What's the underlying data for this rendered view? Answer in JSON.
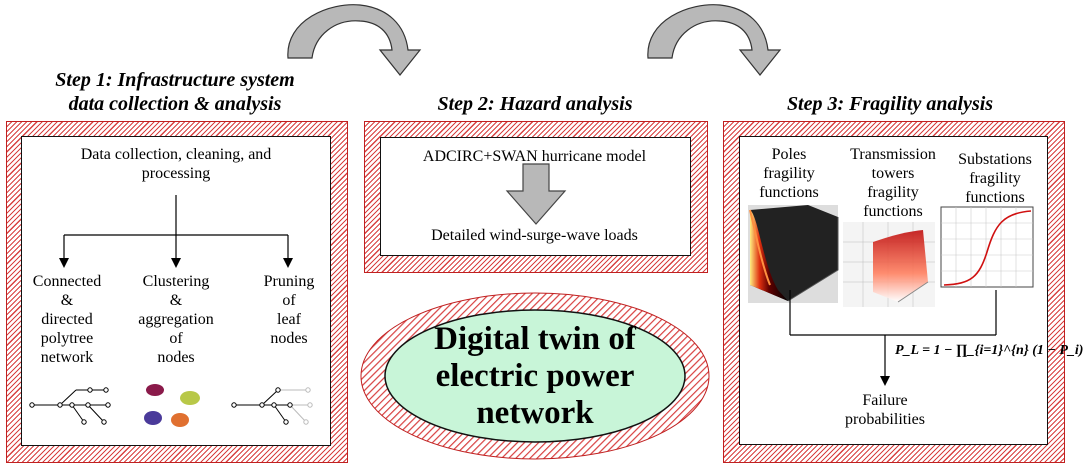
{
  "step1": {
    "title_line1": "Step 1: Infrastructure system",
    "title_line2": "data collection & analysis",
    "top_line1": "Data collection, cleaning, and",
    "top_line2": "processing",
    "branch1": [
      "Connected",
      "&",
      "directed",
      "polytree",
      "network"
    ],
    "branch2": [
      "Clustering",
      "&",
      "aggregation",
      "of",
      "nodes"
    ],
    "branch3": [
      "Pruning",
      "of",
      "leaf",
      "nodes"
    ]
  },
  "step2": {
    "title": "Step 2: Hazard analysis",
    "model": "ADCIRC+SWAN hurricane model",
    "loads": "Detailed wind-surge-wave loads"
  },
  "step3": {
    "title": "Step 3: Fragility analysis",
    "poles": [
      "Poles",
      "fragility",
      "functions"
    ],
    "towers": [
      "Transmission",
      "towers",
      "fragility",
      "functions"
    ],
    "substations": [
      "Substations",
      "fragility",
      "functions"
    ],
    "formula": "P_L = 1 − ∏_{i=1}^{n} (1 − P_i)",
    "failure_line1": "Failure",
    "failure_line2": "probabilities"
  },
  "digital_twin": {
    "line1": "Digital twin of",
    "line2": "electric power",
    "line3": "network"
  },
  "colors": {
    "hatch": "#d84040",
    "ellipse_fill": "#c8f5d8",
    "arrow_fill": "#b8b8b8",
    "cluster_colors": [
      "#8a1a4a",
      "#b8c848",
      "#4a3a9a",
      "#e07030"
    ]
  }
}
